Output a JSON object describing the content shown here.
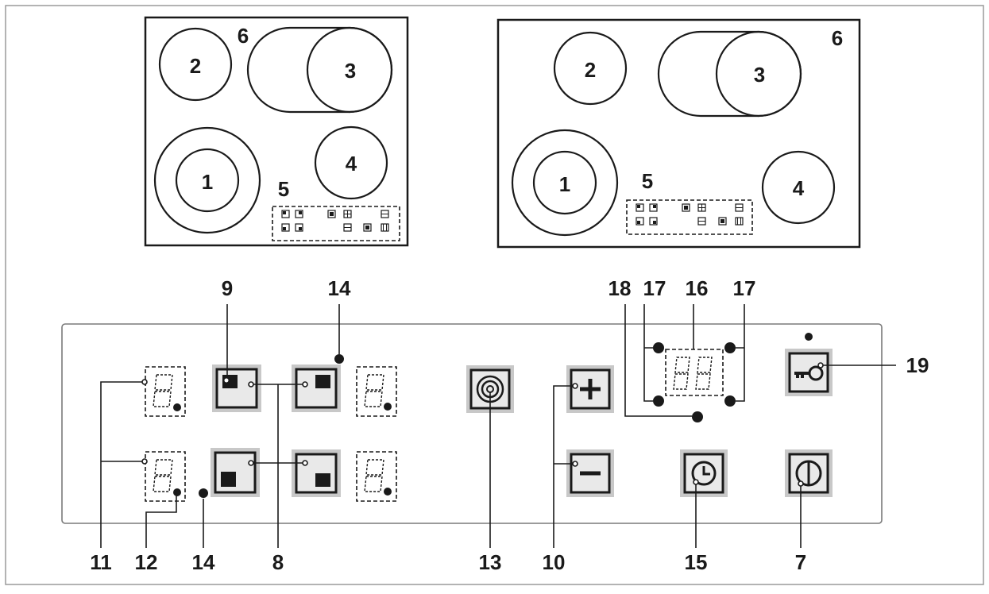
{
  "hob_left": {
    "zone_labels": [
      "1",
      "2",
      "3",
      "4"
    ],
    "corner_label": "6",
    "control_area_label": "5"
  },
  "hob_right": {
    "zone_labels": [
      "1",
      "2",
      "3",
      "4"
    ],
    "corner_label": "6",
    "control_area_label": "5"
  },
  "panel_callouts": {
    "bottom": [
      "11",
      "12",
      "14",
      "8",
      "13",
      "10",
      "15",
      "7"
    ],
    "top": [
      "9",
      "14",
      "18",
      "17",
      "16",
      "17"
    ],
    "right": "19"
  },
  "colors": {
    "line": "#1a1a1a",
    "button_surround": "#c8c8c8",
    "button_face": "#e9e9e9"
  },
  "icons": {
    "plus": "plus-icon",
    "minus": "minus-icon",
    "clock": "clock-icon",
    "power": "power-icon",
    "key": "key-lock-icon",
    "boost": "target-icon"
  }
}
